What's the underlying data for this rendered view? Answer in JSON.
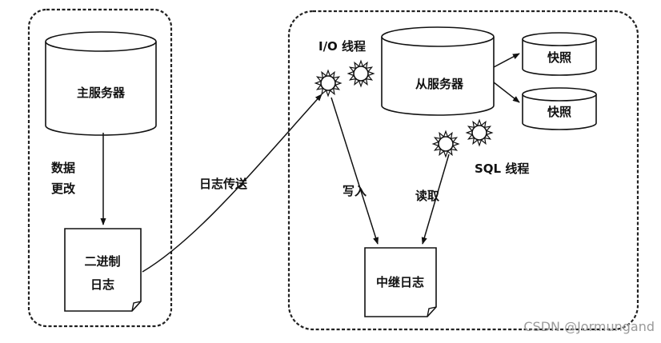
{
  "master": {
    "server_label": "主服务器",
    "data_change_label": [
      "数据",
      "更改"
    ],
    "binlog_label": [
      "二进制",
      "日志"
    ]
  },
  "transfer": {
    "log_shipping_label": "日志传送"
  },
  "slave": {
    "io_thread_label": "I/O 线程",
    "server_label": "从服务器",
    "snapshot_labels": [
      "快照",
      "快照"
    ],
    "sql_thread_label": "SQL 线程",
    "write_label": "写入",
    "read_label": "读取",
    "relay_log_label": "中继日志"
  },
  "watermark": "CSDN @Jormungand"
}
